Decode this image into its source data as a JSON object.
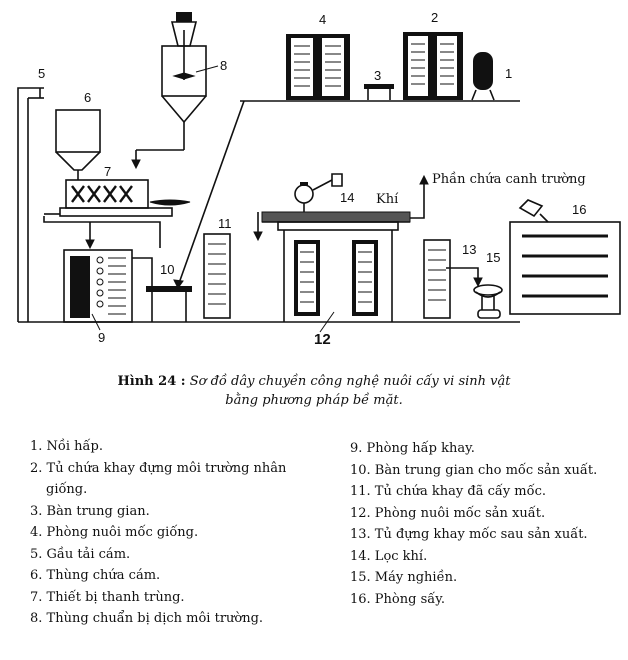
{
  "diagram": {
    "labels": {
      "n1": "1",
      "n2": "2",
      "n3": "3",
      "n4": "4",
      "n5": "5",
      "n6": "6",
      "n7": "7",
      "n8": "8",
      "n9": "9",
      "n10": "10",
      "n11": "11",
      "n12": "12",
      "n13": "13",
      "n14": "14",
      "n15": "15",
      "n16": "16",
      "khi": "Khí",
      "phan_chua": "Phần chứa canh trường"
    }
  },
  "caption": {
    "title": "Hình 24 :",
    "line1": "Sơ đồ dây chuyền công nghệ nuôi cấy vi sinh vật",
    "line2": "bằng phương pháp bề mặt."
  },
  "legend": {
    "left": [
      "1. Nồi hấp.",
      "2. Tủ chứa khay đựng môi trường nhân giống.",
      "3. Bàn trung gian.",
      "4. Phòng nuôi mốc giống.",
      "5. Gầu tải cám.",
      "6. Thùng chứa cám.",
      "7. Thiết bị thanh trùng.",
      "8. Thùng chuẩn bị dịch môi trường."
    ],
    "right": [
      "9. Phòng hấp khay.",
      "10. Bàn trung gian cho mốc sản xuất.",
      "11. Tủ chứa khay đã cấy mốc.",
      "12. Phòng nuôi mốc sản xuất.",
      "13. Tủ đựng khay mốc sau sản xuất.",
      "14. Lọc khí.",
      "15. Máy nghiền.",
      "16. Phòng sấy."
    ]
  }
}
